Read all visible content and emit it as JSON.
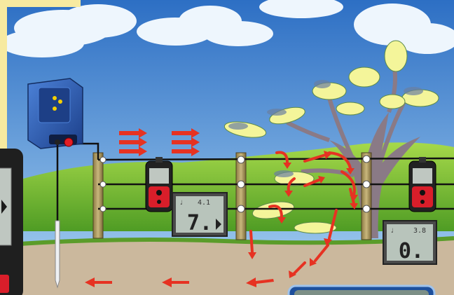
{
  "readouts": {
    "left_meter": {
      "top": "4.1",
      "big": "7."
    },
    "right_meter": {
      "top": "3.8",
      "big": "0."
    }
  },
  "colors": {
    "sky": "#4d8fd6",
    "grass": "#78c230",
    "ground": "#cbb89d",
    "arrow": "#e63222",
    "energizer": "#2a5cb0",
    "meter_red": "#d91e2a",
    "lcd": "#b8c4bb",
    "frame": "#f7eaa0"
  },
  "icons": [
    "energizer-icon",
    "ground-rod-icon",
    "tester-icon",
    "tree-icon",
    "flow-arrow-icon",
    "cloud-icon"
  ]
}
